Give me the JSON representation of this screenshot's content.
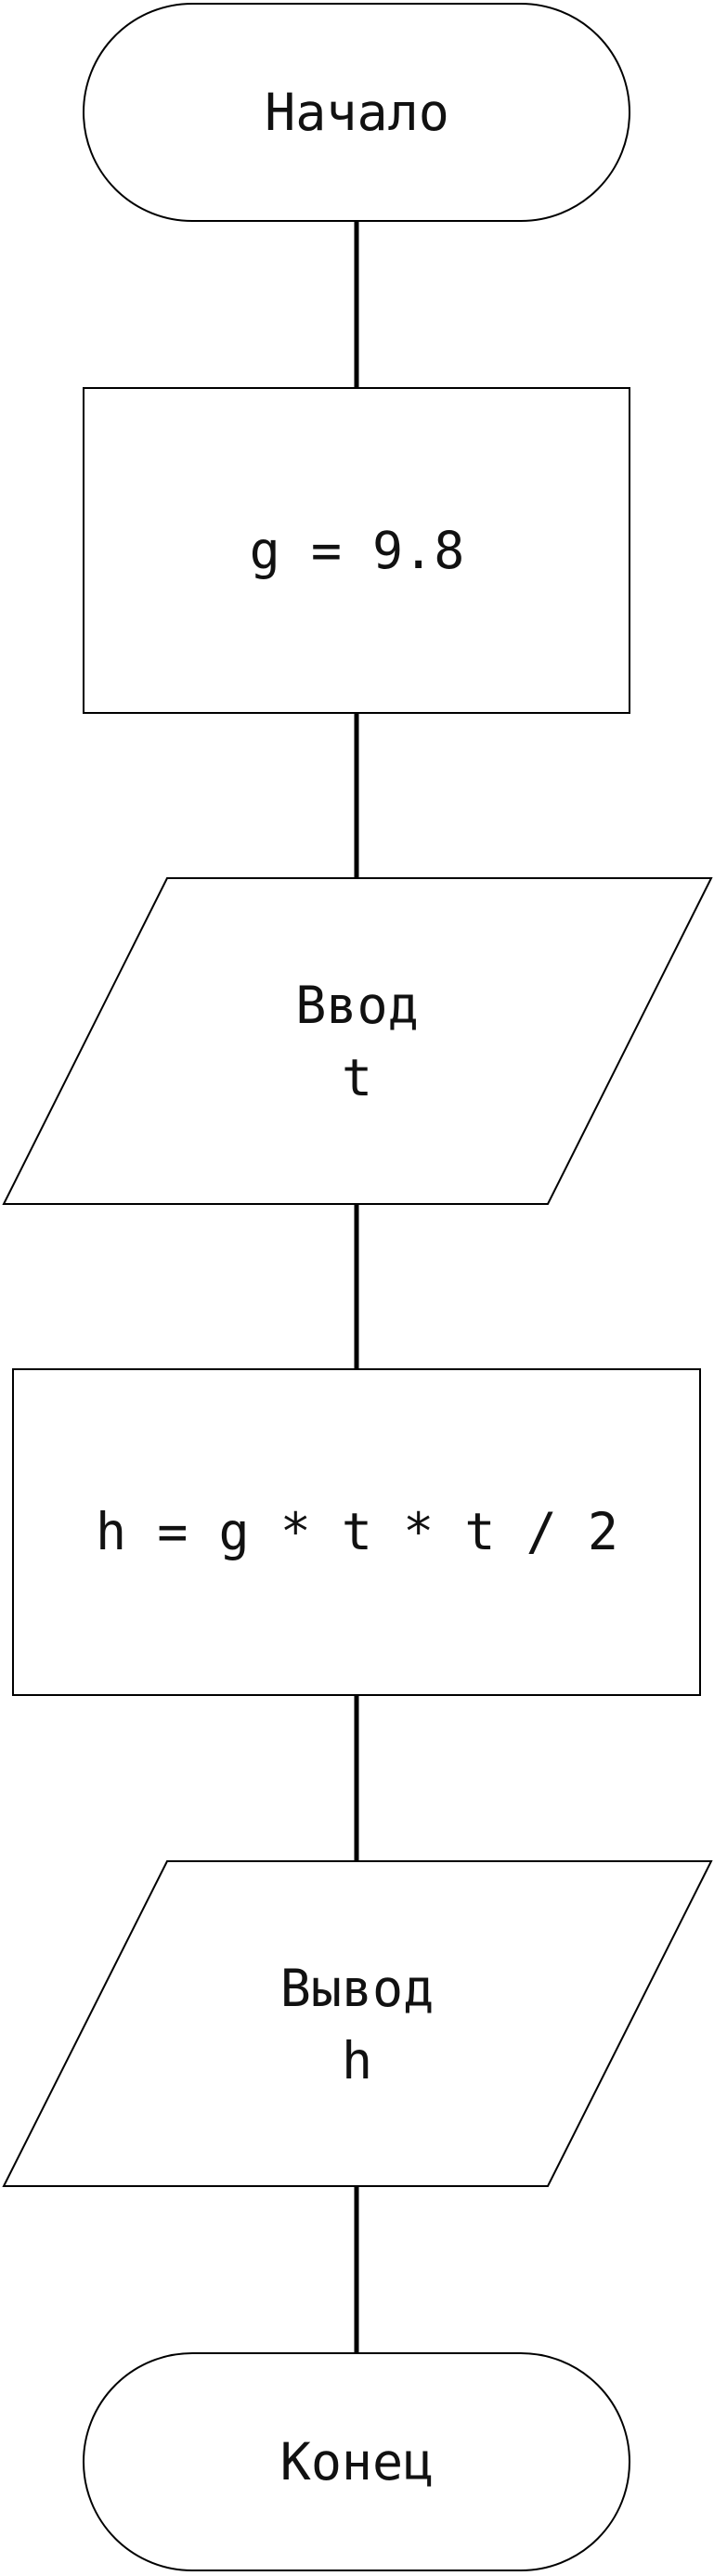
{
  "flowchart": {
    "start": {
      "text": "Начало"
    },
    "assign_g": {
      "text": "g = 9.8"
    },
    "input_t": {
      "line1": "Ввод",
      "line2": "t"
    },
    "compute_h": {
      "text": "h = g * t * t / 2"
    },
    "output_h": {
      "line1": "Вывод",
      "line2": "h"
    },
    "end": {
      "text": "Конец"
    }
  }
}
